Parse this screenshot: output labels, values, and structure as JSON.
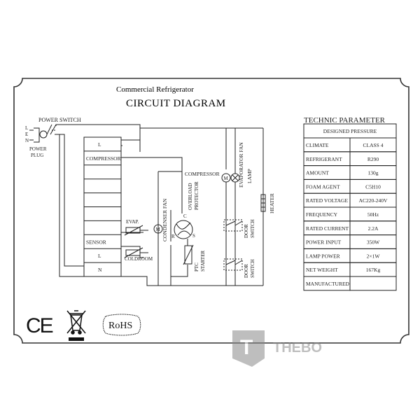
{
  "header": {
    "subtitle": "Commercial Refrigerator",
    "title": "CIRCUIT DIAGRAM"
  },
  "labels": {
    "power_switch": "POWER SWITCH",
    "line_l": "L",
    "line_e": "E",
    "line_n": "N",
    "power_plug": "POWER\nPLUG",
    "compressor_motor": "COMPRESSOR",
    "condenser_fan": "CONDENSER FAN",
    "overload_protector": "OVERLOAD\nPROTECTOR",
    "ptc_starter": "PTC\nSTARTER",
    "terminal_c": "C",
    "terminal_s": "S",
    "terminal_r": "R",
    "evaporator_fan": "EVAPORATOR FAN",
    "lamp": "LAMP",
    "heater": "HEATER",
    "door_switch_1": "DOOR\nSWITCH",
    "door_switch_2": "DOOR\nSWITCH",
    "evap_sensor": "EVAP.",
    "coldroom_sensor": "COLDROOM",
    "motor_symbol": "M"
  },
  "controller": {
    "rows": [
      "L",
      "COMPRESSOR",
      "",
      "",
      "",
      "",
      "",
      "SENSOR",
      "L",
      "N"
    ]
  },
  "parameters": {
    "title": "TECHNIC  PARAMETER",
    "header": "DESIGNED PRESSURE",
    "rows": [
      {
        "label": "CLIMATE",
        "value": "CLASS 4"
      },
      {
        "label": "REFRIGERANT",
        "value": "R290"
      },
      {
        "label": "AMOUNT",
        "value": "130g"
      },
      {
        "label": "FOAM AGENT",
        "value": "C5H10"
      },
      {
        "label": "RATED VOLTAGE",
        "value": "AC220-240V"
      },
      {
        "label": "FREQUENCY",
        "value": "50Hz"
      },
      {
        "label": "RATED CURRENT",
        "value": "2.2A"
      },
      {
        "label": "POWER INPUT",
        "value": "350W"
      },
      {
        "label": "LAMP POWER",
        "value": "2×1W"
      },
      {
        "label": "NET WEIGHT",
        "value": "167Kg"
      },
      {
        "label": "MANUFACTURED",
        "value": ""
      }
    ]
  },
  "marks": {
    "ce": "CE",
    "rohs": "RoHS"
  },
  "watermark": {
    "text": "THEBO",
    "logo_letter": "T"
  }
}
